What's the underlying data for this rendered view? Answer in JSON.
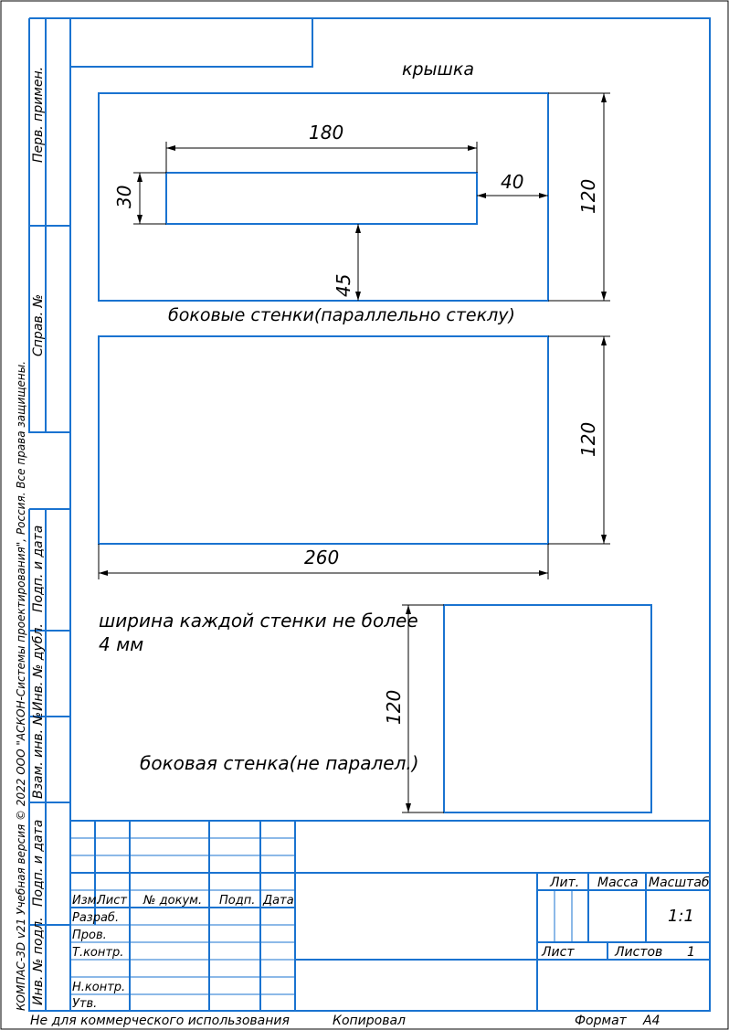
{
  "colors": {
    "frame": "#1a73d0",
    "dimension": "#000000"
  },
  "notes": {
    "lid": "крышка",
    "side_parallel": "боковые стенки(параллельно стеклу)",
    "width_note_line1": "ширина каждой стенки не более",
    "width_note_line2": "4 мм",
    "side_nonparallel": "боковая стенка(не паралел.)"
  },
  "dimensions": {
    "lid_slot_length": "180",
    "lid_slot_width": "30",
    "lid_slot_right_offset": "40",
    "lid_slot_bottom_offset": "45",
    "lid_height": "120",
    "wall_height": "120",
    "wall_length": "260",
    "side_height": "120"
  },
  "side_stamps": {
    "perv_primen": "Перв. примен.",
    "sprav_no": "Справ. №",
    "podp_data_1": "Подп. и дата",
    "inv_no_dubl": "Инв. № дубл.",
    "vzam_inv_no": "Взам. инв. №",
    "podp_data_2": "Подп. и дата",
    "inv_no_podl": "Инв. № подл.",
    "copyright": "КОМПАС-3D v21 Учебная версия © 2022 ООО \"АСКОН-Системы проектирования\", Россия. Все права защищены."
  },
  "title_block": {
    "izm": "Изм.",
    "list": "Лист",
    "doc_no": "№ докум.",
    "podp": "Подп.",
    "data": "Дата",
    "razrab": "Разраб.",
    "prov": "Пров.",
    "tkontr": "Т.контр.",
    "nkontr": "Н.контр.",
    "utv": "Утв.",
    "lit": "Лит.",
    "massa": "Масса",
    "masshtab": "Масштаб",
    "scale": "1:1",
    "list2": "Лист",
    "listov": "Листов",
    "listov_count": "1"
  },
  "footer": {
    "non_commercial": "Не для коммерческого использования",
    "kopiroval": "Копировал",
    "format_label": "Формат",
    "format_value": "A4"
  }
}
